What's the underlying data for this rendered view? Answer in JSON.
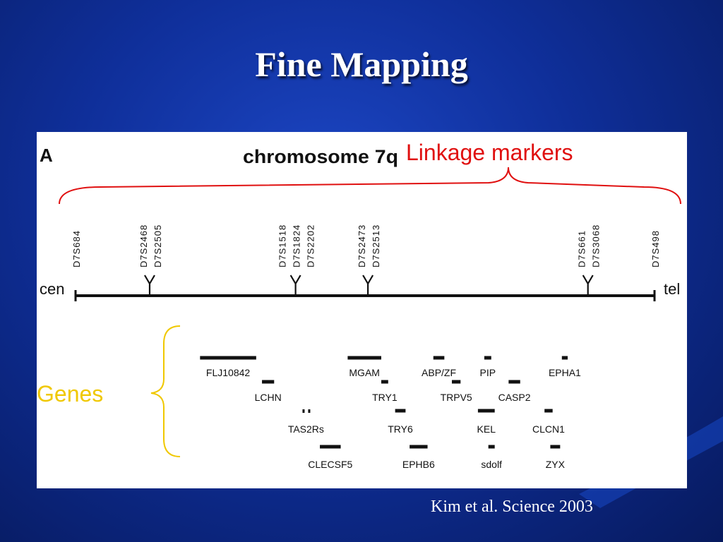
{
  "slide": {
    "title": "Fine Mapping",
    "citation": "Kim et al. Science 2003"
  },
  "figure": {
    "panel_letter": "A",
    "chromosome_label": "chromosome 7q",
    "left_end": "cen",
    "right_end": "tel",
    "linkage_label": "Linkage markers",
    "genes_label": "Genes",
    "colors": {
      "linkage": "#e01010",
      "genes": "#f0c800",
      "line": "#111111"
    },
    "markers": [
      {
        "pos": 0.0,
        "labels": [
          "D7S684"
        ]
      },
      {
        "pos": 0.128,
        "labels": [
          "D7S2468",
          "D7S2505"
        ]
      },
      {
        "pos": 0.38,
        "labels": [
          "D7S1518",
          "D7S1824",
          "D7S2202"
        ]
      },
      {
        "pos": 0.505,
        "labels": [
          "D7S2473",
          "D7S2513"
        ]
      },
      {
        "pos": 0.885,
        "labels": [
          "D7S661",
          "D7S3068"
        ]
      },
      {
        "pos": 1.0,
        "labels": [
          "D7S498"
        ]
      }
    ],
    "genes": [
      {
        "name": "FLJ10842",
        "start": 0.215,
        "end": 0.312,
        "row": 0
      },
      {
        "name": "LCHN",
        "start": 0.322,
        "end": 0.343,
        "row": 1
      },
      {
        "name": "TAS2Rs",
        "start": 0.392,
        "end": 0.404,
        "row": 2
      },
      {
        "name": "CLECSF5",
        "start": 0.422,
        "end": 0.458,
        "row": 3
      },
      {
        "name": "MGAM",
        "start": 0.47,
        "end": 0.528,
        "row": 0
      },
      {
        "name": "TRY1",
        "start": 0.528,
        "end": 0.54,
        "row": 1
      },
      {
        "name": "TRY6",
        "start": 0.552,
        "end": 0.57,
        "row": 2
      },
      {
        "name": "EPHB6",
        "start": 0.577,
        "end": 0.608,
        "row": 3
      },
      {
        "name": "ABP/ZF",
        "start": 0.618,
        "end": 0.637,
        "row": 0
      },
      {
        "name": "TRPV5",
        "start": 0.65,
        "end": 0.665,
        "row": 1
      },
      {
        "name": "PIP",
        "start": 0.706,
        "end": 0.718,
        "row": 0
      },
      {
        "name": "KEL",
        "start": 0.695,
        "end": 0.724,
        "row": 2
      },
      {
        "name": "sdolf",
        "start": 0.713,
        "end": 0.724,
        "row": 3
      },
      {
        "name": "CASP2",
        "start": 0.748,
        "end": 0.768,
        "row": 1
      },
      {
        "name": "EPHA1",
        "start": 0.84,
        "end": 0.85,
        "row": 0
      },
      {
        "name": "CLCN1",
        "start": 0.81,
        "end": 0.824,
        "row": 2
      },
      {
        "name": "ZYX",
        "start": 0.82,
        "end": 0.837,
        "row": 3
      }
    ]
  }
}
